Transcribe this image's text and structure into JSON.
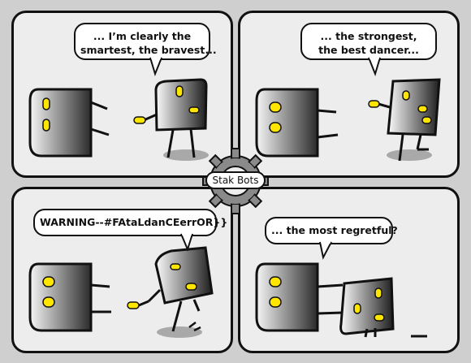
{
  "comic": {
    "logo_text": "Stak Bots",
    "panels": [
      {
        "bubble_lines": [
          "... I’m clearly the",
          "smartest, the bravest..."
        ]
      },
      {
        "bubble_lines": [
          "... the strongest,",
          "the best dancer..."
        ]
      },
      {
        "bubble_lines": [
          "WARNING--#FAtaLdanCEerrOR}}"
        ]
      },
      {
        "bubble_lines": [
          "... the most regretful?"
        ]
      }
    ]
  }
}
